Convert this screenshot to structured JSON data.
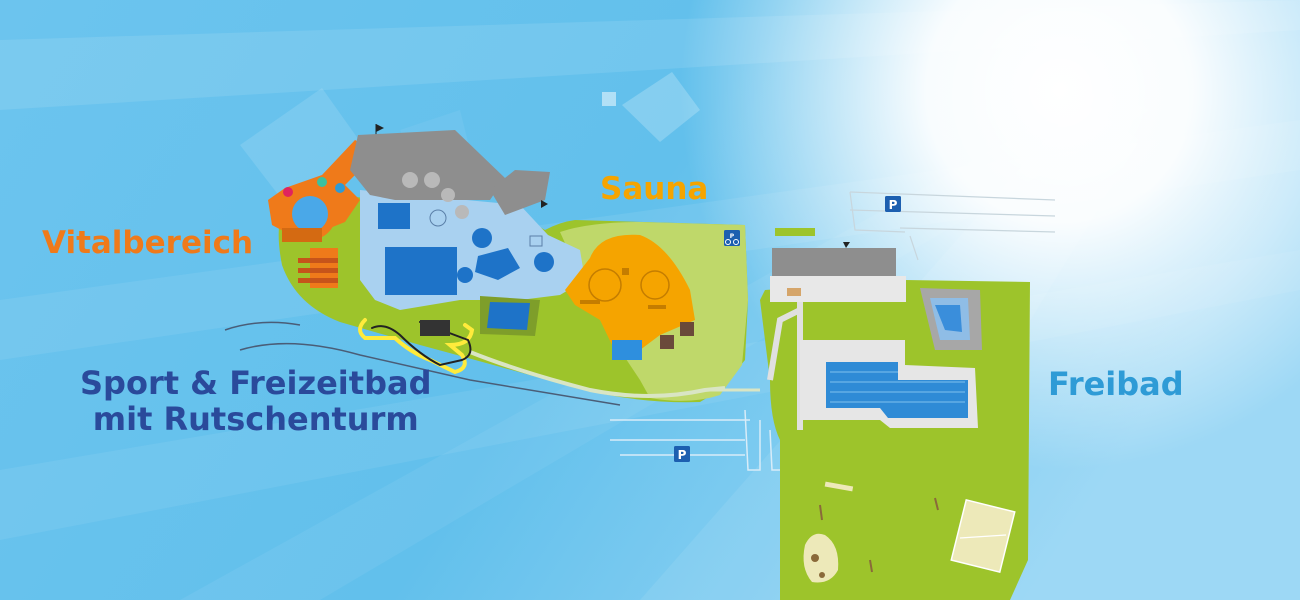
{
  "labels": {
    "vital": "Vitalbereich",
    "sauna": "Sauna",
    "sport_line1": "Sport & Freizeitbad",
    "sport_line2": "mit Rutschenturm",
    "freibad": "Freibad"
  },
  "parking": {
    "symbol": "P",
    "count": 3
  },
  "icons": [
    "parking-icon",
    "bicycle-parking-icon",
    "flag-icon"
  ],
  "colors": {
    "sky_light": "#bfe6f7",
    "sky": "#5bbbe7",
    "vital": "#ef7a1a",
    "sauna": "#f5a400",
    "sport": "#2a4a9b",
    "freibad": "#2e9bd6",
    "lawn": "#9dc42b",
    "lawn_light": "#bfd86a",
    "pool": "#1e73c8",
    "building_light": "#a9d1f0",
    "roof": "#8e8e8e",
    "slide_yellow": "#ffeb3b",
    "parking_sign": "#1c5fb0"
  }
}
